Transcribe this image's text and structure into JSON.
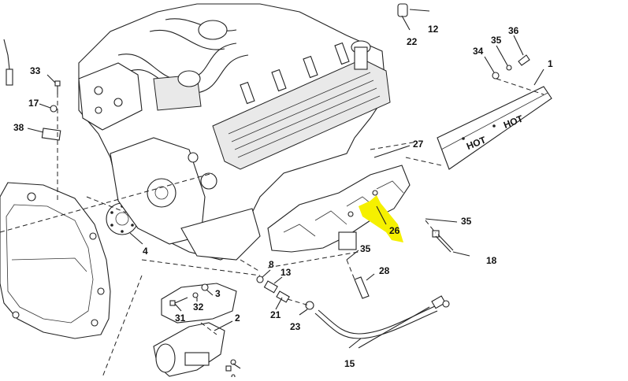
{
  "diagram": {
    "callouts": {
      "c1": "1",
      "c2": "2",
      "c3": "3",
      "c4": "4",
      "c8": "8",
      "c12": "12",
      "c13": "13",
      "c15": "15",
      "c17": "17",
      "c18": "18",
      "c21": "21",
      "c22": "22",
      "c23": "23",
      "c26": "26",
      "c27": "27",
      "c28": "28",
      "c31": "31",
      "c32": "32",
      "c33": "33",
      "c34": "34",
      "c35a": "35",
      "c35b": "35",
      "c35c": "35",
      "c36": "36",
      "c38": "38"
    },
    "shield_labels": [
      "HOT",
      "HOT"
    ],
    "highlight_color": "#f5f000"
  }
}
